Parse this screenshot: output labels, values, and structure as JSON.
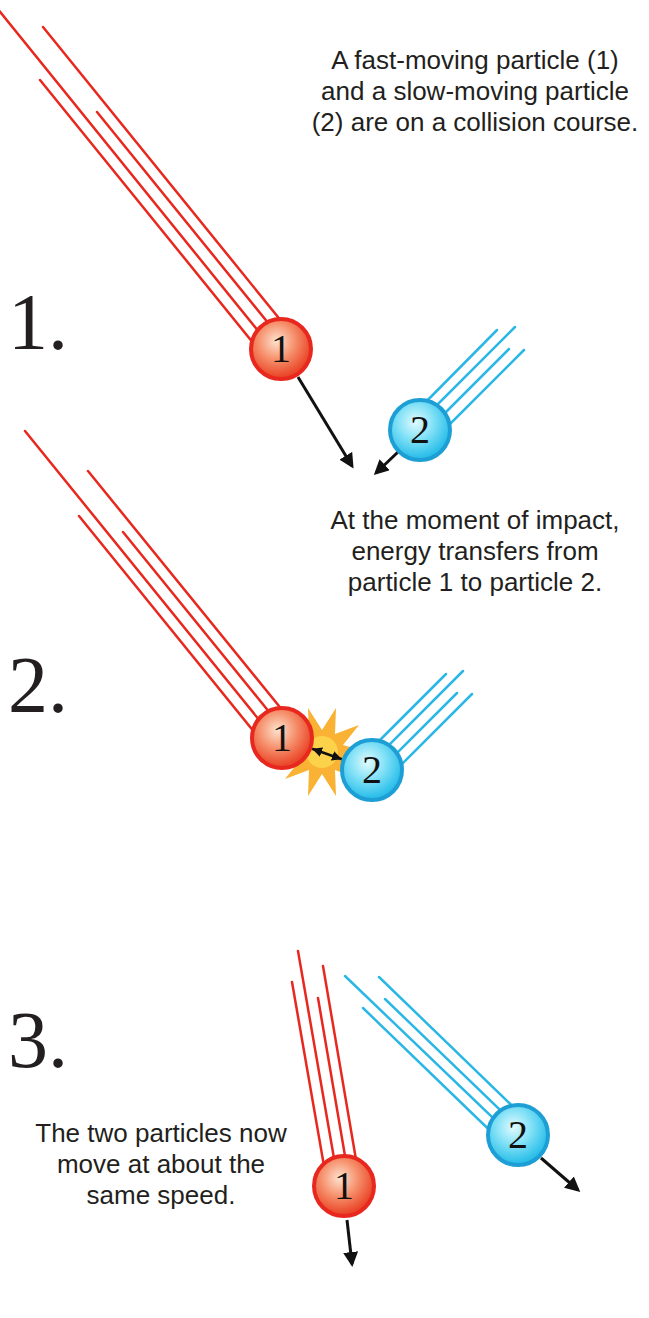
{
  "diagram": {
    "nodes": [
      {
        "text": [
          "1"
        ]
      },
      {
        "text": [
          "2"
        ]
      },
      {
        "text": [
          "1"
        ]
      },
      {
        "text": [
          "2"
        ]
      },
      {
        "text": [
          "1"
        ]
      },
      {
        "text": [
          "2"
        ]
      }
    ],
    "edges": [
      {
        "from": 2,
        "to": 3,
        "arrow": "both"
      }
    ],
    "labels": [
      "1.",
      "A fast-moving particle (1) and a slow-moving particle (2) are on a collision course.",
      "2.",
      "At the moment of impact, energy transfers from particle 1 to particle 2.",
      "3.",
      "The two particles now move at about the same speed."
    ]
  }
}
